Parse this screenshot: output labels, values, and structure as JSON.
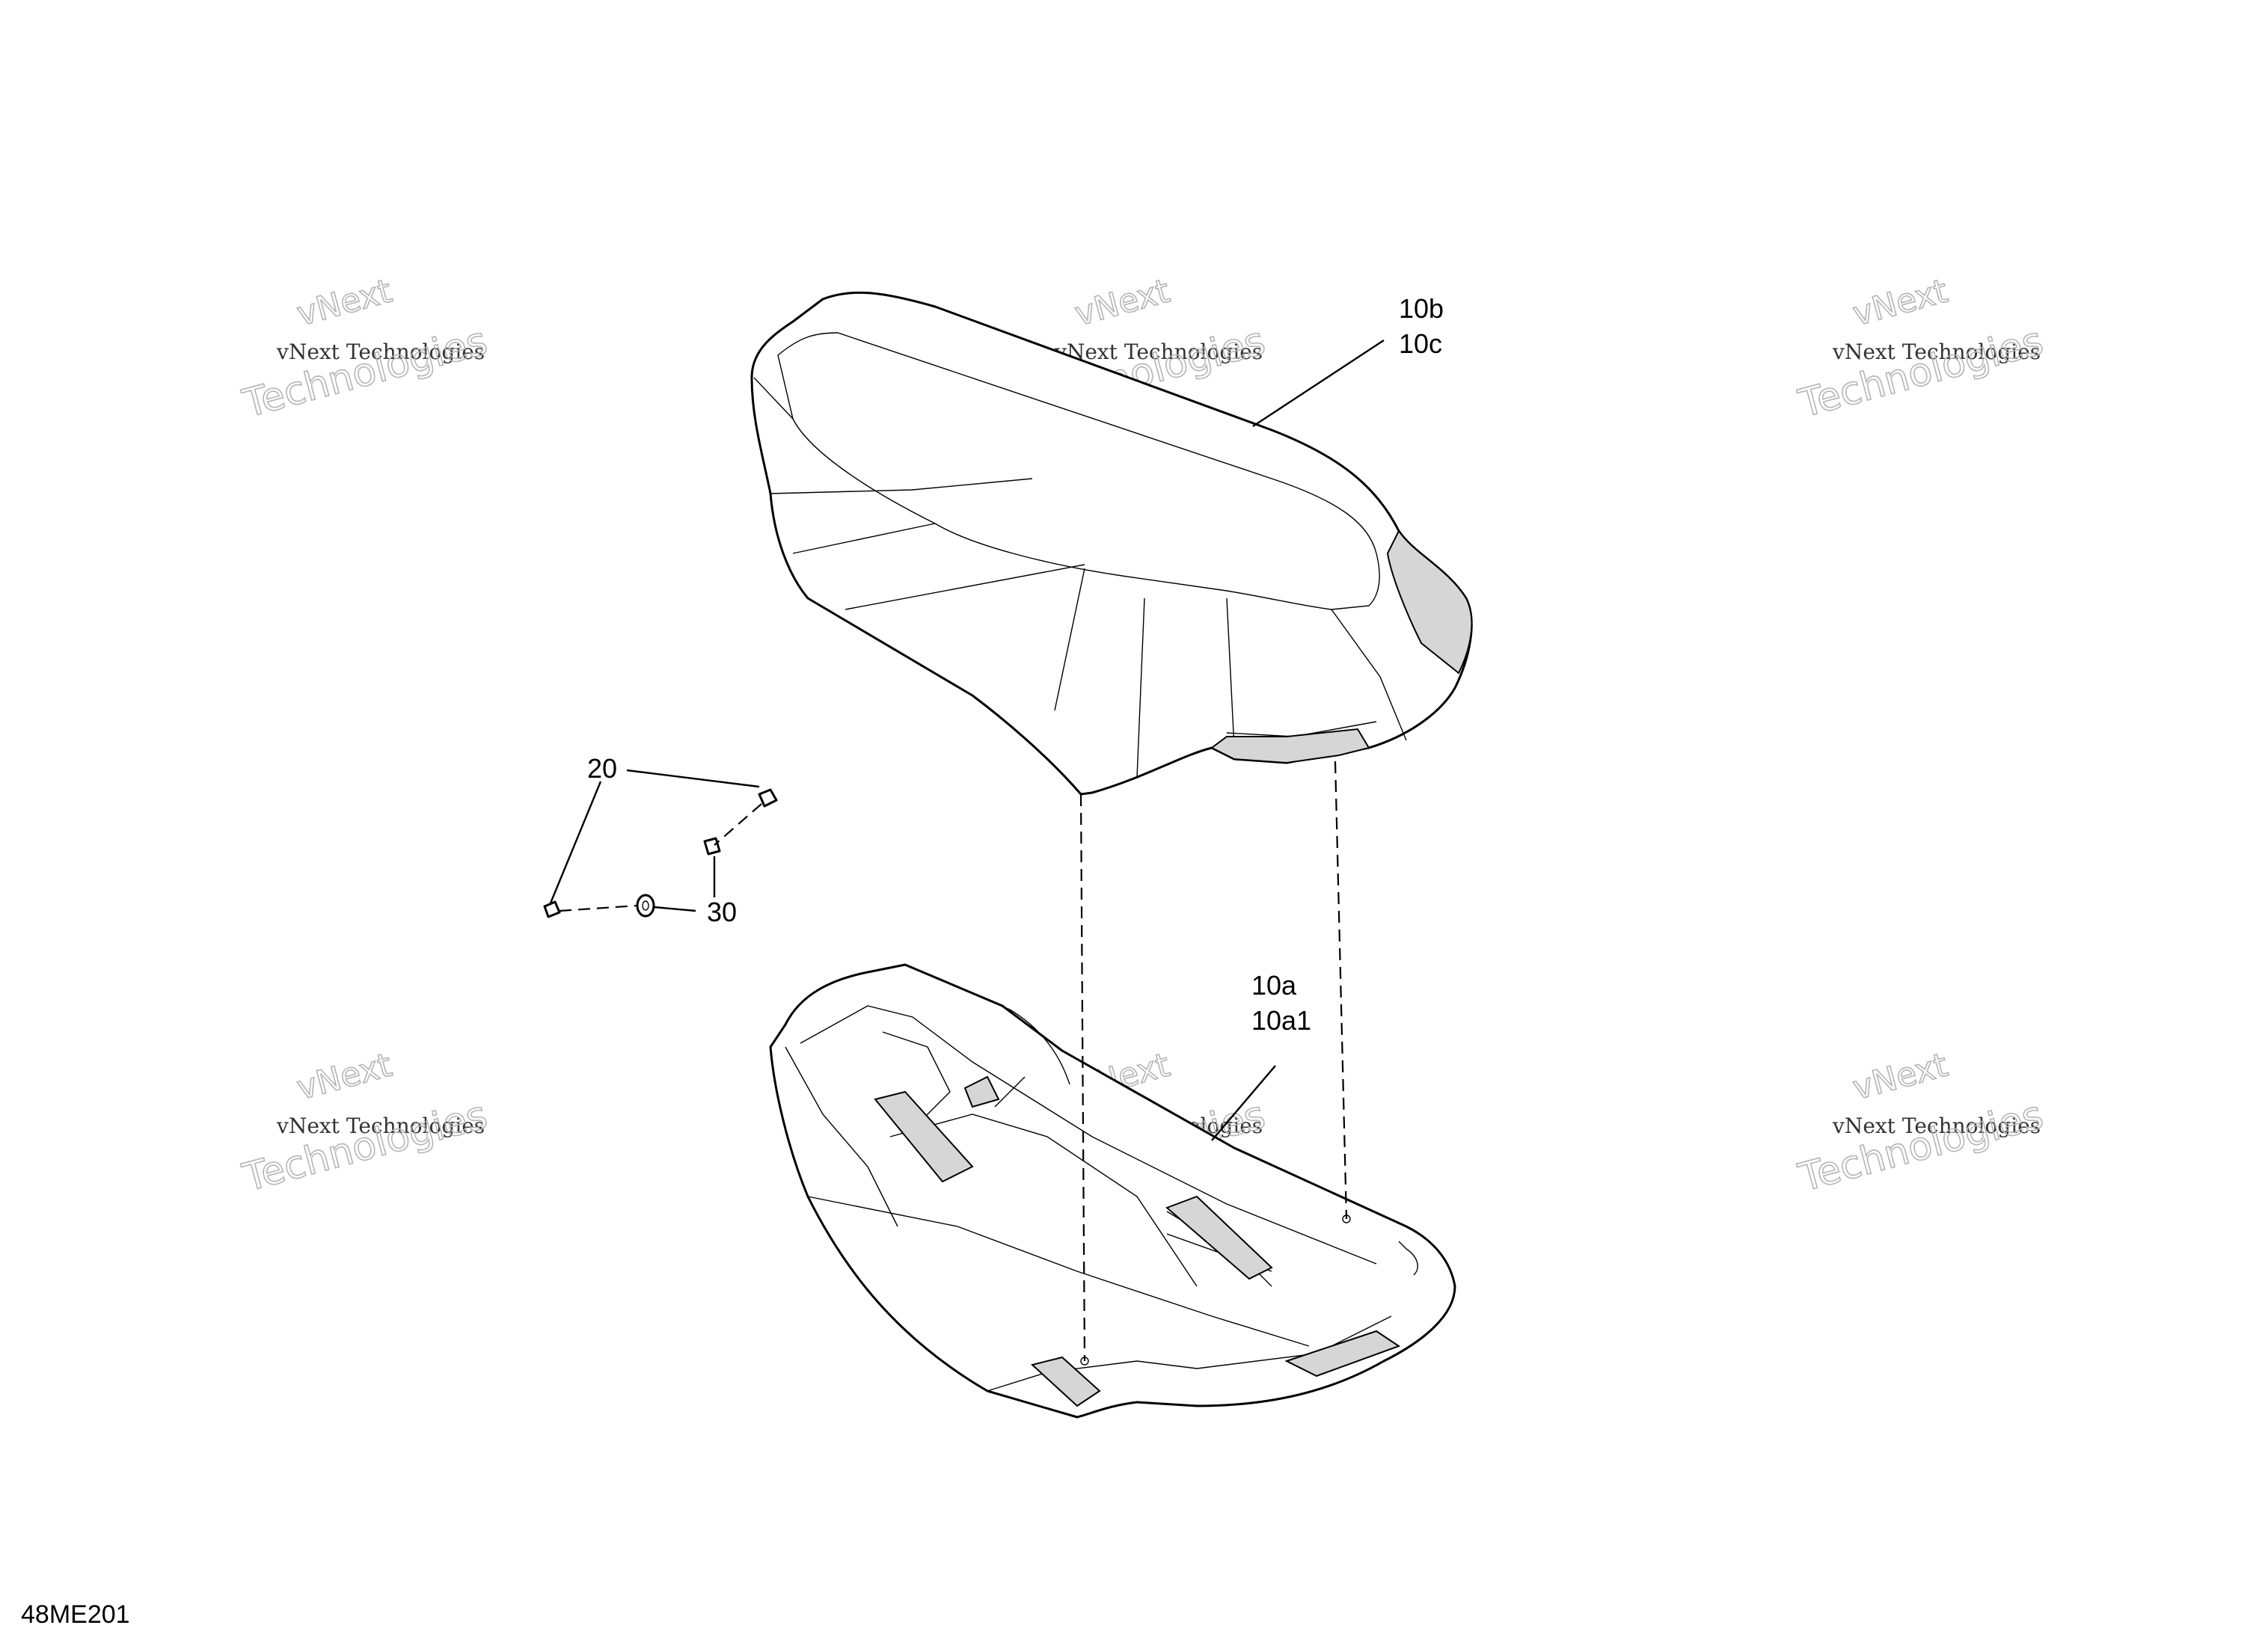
{
  "diagram": {
    "code": "48ME201",
    "callouts": {
      "seat_cover_b": "10b",
      "seat_cover_c": "10c",
      "seat_base_a": "10a",
      "seat_base_a1": "10a1",
      "screw": "20",
      "washer": "30"
    }
  },
  "watermark": {
    "line1": "vNext Technologies",
    "line2": "vNext",
    "line3": "Technologies"
  }
}
